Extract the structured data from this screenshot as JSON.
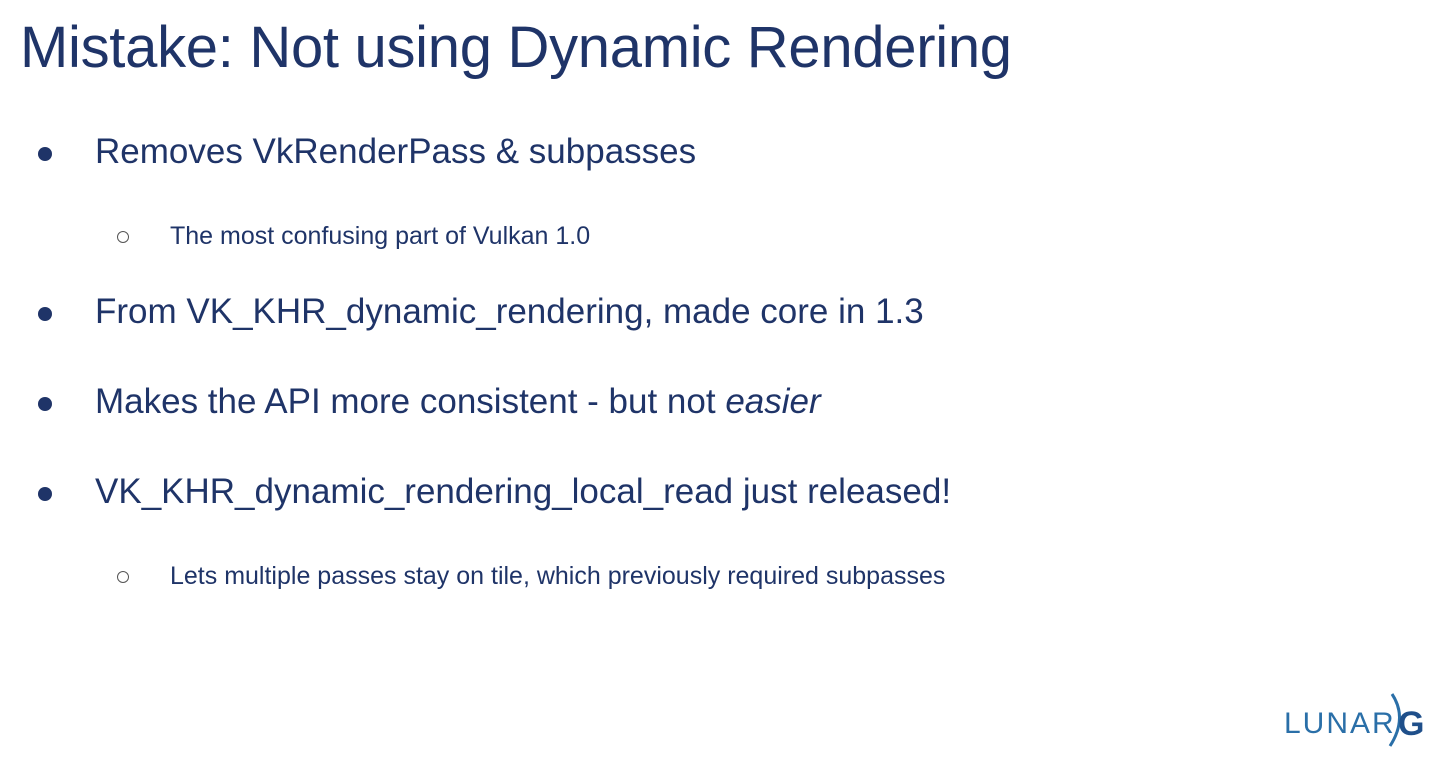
{
  "title": "Mistake: Not using Dynamic Rendering",
  "bullets": [
    {
      "text": "Removes VkRenderPass & subpasses"
    },
    {
      "text": "The most confusing part of Vulkan 1.0"
    },
    {
      "text": "From VK_KHR_dynamic_rendering, made core in 1.3"
    },
    {
      "text_before": "Makes the API more consistent - but not ",
      "text_italic": "easier"
    },
    {
      "text": "VK_KHR_dynamic_rendering_local_read just released!"
    },
    {
      "text": "Lets multiple passes stay on tile, which previously required subpasses"
    }
  ],
  "logo": {
    "text": "LUNARG",
    "left": "LUNAR",
    "right": "G"
  },
  "colors": {
    "text": "#1f3468",
    "logo_blue": "#2a6fa8"
  }
}
